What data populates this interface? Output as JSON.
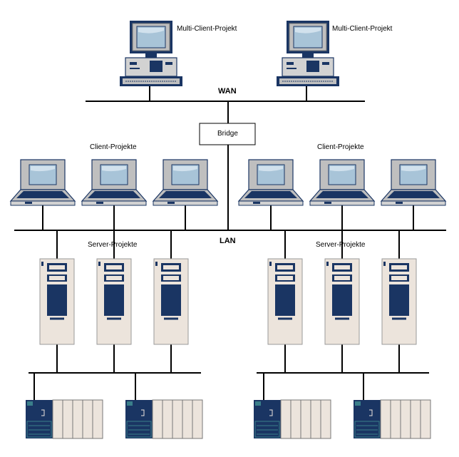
{
  "labels": {
    "multi_client_left": "Multi-Client-Projekt",
    "multi_client_right": "Multi-Client-Projekt",
    "wan": "WAN",
    "bridge": "Bridge",
    "client_left": "Client-Projekte",
    "client_right": "Client-Projekte",
    "lan": "LAN",
    "server_left": "Server-Projekte",
    "server_right": "Server-Projekte"
  },
  "colors": {
    "navy": "#1a3563",
    "monitor_frame": "#bfbfbf",
    "screen": "#a8c4d8",
    "server_body": "#ece4dc",
    "plc_teal": "#3a7f8a",
    "line": "#000000"
  },
  "counts": {
    "multi_clients": 2,
    "laptops": 6,
    "servers": 6,
    "plc_racks": 4
  }
}
